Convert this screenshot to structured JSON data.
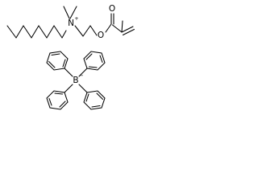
{
  "molecule": {
    "cation": {
      "n_label": "N",
      "n_charge": "+",
      "o_ester_label": "O",
      "o_carbonyl_label": "O"
    },
    "anion": {
      "b_label": "B",
      "b_charge": "−"
    }
  }
}
